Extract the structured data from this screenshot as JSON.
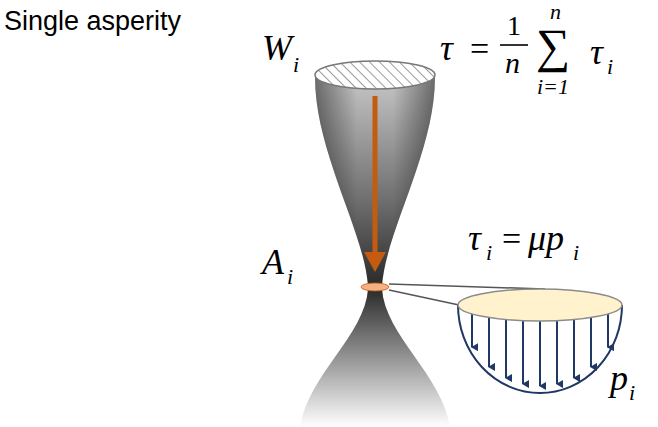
{
  "diagram": {
    "title": "Single asperity",
    "labels": [
      "τ",
      "=",
      "1",
      "n",
      "n",
      "∑",
      "i=1",
      "τ",
      "i",
      "W",
      "i",
      "A",
      "i",
      "τ",
      "i",
      "=",
      "μp",
      "i",
      "p",
      "i"
    ]
  }
}
